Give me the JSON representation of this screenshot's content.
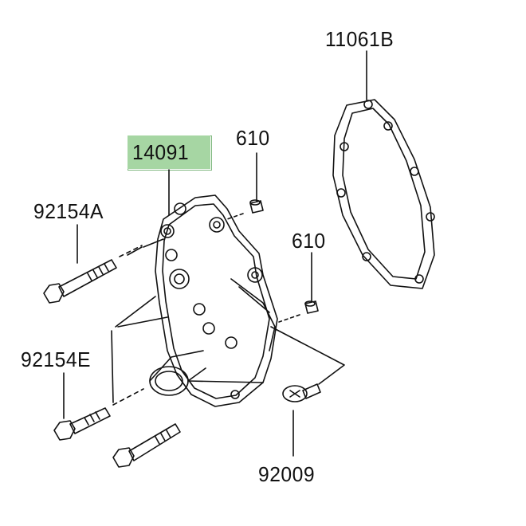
{
  "parts": {
    "gasket": "11061B",
    "highlighted_part": "14091",
    "dowel_upper": "610",
    "dowel_lower": "610",
    "bolt_a": "92154A",
    "bolt_e": "92154E",
    "screw": "92009"
  },
  "colors": {
    "highlight": "#a6d6a3",
    "line": "#111111",
    "background": "#ffffff"
  }
}
